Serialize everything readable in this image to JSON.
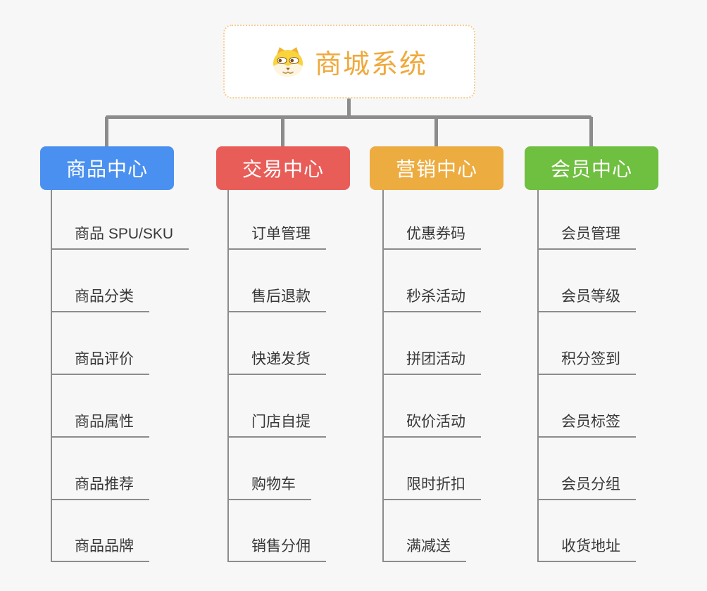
{
  "canvas": {
    "background": "#f7f7f8"
  },
  "root": {
    "title": "商城系统",
    "title_color": "#efa93c",
    "border_color": "#f3ce92",
    "icon": "shiba-dog-icon"
  },
  "connectors": {
    "color": "#8c8c8c"
  },
  "branches": [
    {
      "label": "商品中心",
      "color": "#4a90f0",
      "children": [
        "商品 SPU/SKU",
        "商品分类",
        "商品评价",
        "商品属性",
        "商品推荐",
        "商品品牌"
      ]
    },
    {
      "label": "交易中心",
      "color": "#e95d58",
      "children": [
        "订单管理",
        "售后退款",
        "快递发货",
        "门店自提",
        "购物车",
        "销售分佣"
      ]
    },
    {
      "label": "营销中心",
      "color": "#edac40",
      "children": [
        "优惠券码",
        "秒杀活动",
        "拼团活动",
        "砍价活动",
        "限时折扣",
        "满减送"
      ]
    },
    {
      "label": "会员中心",
      "color": "#6fbf40",
      "children": [
        "会员管理",
        "会员等级",
        "积分签到",
        "会员标签",
        "会员分组",
        "收货地址"
      ]
    }
  ],
  "leaf_text_color": "#383838"
}
